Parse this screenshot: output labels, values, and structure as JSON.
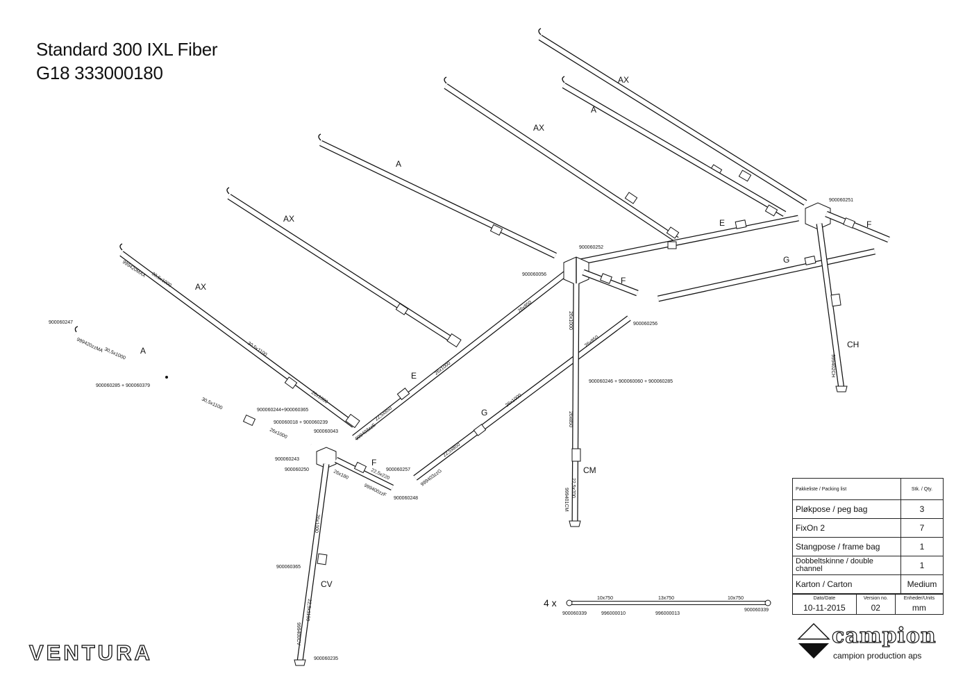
{
  "header": {
    "title_line1": "Standard 300 IXL Fiber",
    "title_line2": "G18 333000180"
  },
  "logos": {
    "left": "VENTURA",
    "brand": "campion",
    "brand_sub": "campion production aps"
  },
  "part_labels": {
    "ax1": "AX",
    "a1": "A",
    "ax2": "AX",
    "a2": "A",
    "ax3": "AX",
    "ax4": "AX",
    "a3": "A",
    "e1": "E",
    "e2": "E",
    "f1": "F",
    "f2": "F",
    "f3": "F",
    "g1": "G",
    "g2": "G",
    "ch": "CH",
    "cm": "CM",
    "cv": "CV"
  },
  "codes": {
    "c900060247": "900060247",
    "c900060285_379": "900060285 + 900060379",
    "c900060244_365": "900060244+900060365",
    "c900060018_239": "900060018 + 900060239",
    "c900060043": "900060043",
    "c900060243": "900060243",
    "c900060250": "900060250",
    "c900060248": "900060248",
    "c900060257": "900060257",
    "c900060256": "900060256",
    "c900060246_060_285": "900060246 + 900060060 + 900060285",
    "c900060252": "900060252",
    "c900060056": "900060056",
    "c900060251": "900060251",
    "c900060365": "900060365",
    "c900060235": "900060235",
    "c900060339a": "900060339",
    "c996000010": "996000010",
    "c996000013": "996000013",
    "c900060339b": "900060339",
    "r999420MAX": "999420MAX",
    "r999420zzMA": "999420zzMA",
    "r999403zzE": "999403zzE",
    "r999400zzF": "999400zzF",
    "r999403zzG": "999403zzG",
    "r999401CM": "999401CM",
    "r999400CV": "999400CV",
    "r999402CH": "999402CH"
  },
  "dims": {
    "d30_5x1000a": "30,5x1000",
    "d30_5x1100a": "30,5x1100",
    "d26x1000a": "26x1000",
    "d30_5x1000b": "30,5x1000",
    "d30_5x1100b": "30,5x1100",
    "d26x1000b": "26x1000",
    "d22_5x850a": "22,5x850",
    "d26x1000c": "26x1000",
    "d26x850a": "26x850",
    "d26x1000d": "26x1000",
    "d26x850b": "26x850",
    "d26x1000e": "26x1000",
    "d22_5x850b": "22,5x850",
    "d26x850c": "26x850",
    "d22_5x700": "22,5x700",
    "d26x180": "26x180",
    "d22_5x220": "22,5x220",
    "d26x1000f": "26x1000",
    "d22_5x1100": "22,5x1100",
    "d10x750a": "10x750",
    "d13x750": "13x750",
    "d10x750b": "10x750"
  },
  "extra": {
    "qty_prefix": "4 x"
  },
  "packing_list": {
    "header_item": "Pakkeliste / Packing list",
    "header_qty": "Stk. / Qty.",
    "rows": [
      {
        "item": "Pløkpose / peg bag",
        "qty": "3"
      },
      {
        "item": "FixOn 2",
        "qty": "7"
      },
      {
        "item": "Stangpose / frame bag",
        "qty": "1"
      },
      {
        "item": "Dobbeltskinne / double channel",
        "qty": "1"
      },
      {
        "item": "Karton / Carton",
        "qty": "Medium"
      }
    ]
  },
  "meta": {
    "date_label": "Dato/Date",
    "date_value": "10-11-2015",
    "version_label": "Version no.",
    "version_value": "02",
    "unit_label": "Enheder/Units",
    "unit_value": "mm"
  }
}
